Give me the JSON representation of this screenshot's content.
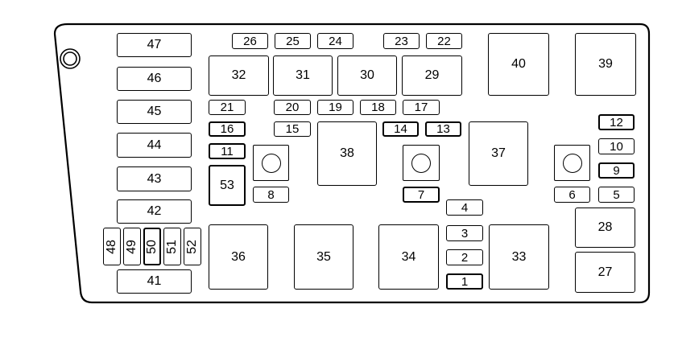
{
  "title": "Fuse block diagram",
  "labels": {
    "f1": "1",
    "f2": "2",
    "f3": "3",
    "f4": "4",
    "f5": "5",
    "f6": "6",
    "f7": "7",
    "f8": "8",
    "f9": "9",
    "f10": "10",
    "f11": "11",
    "f12": "12",
    "f13": "13",
    "f14": "14",
    "f15": "15",
    "f16": "16",
    "f17": "17",
    "f18": "18",
    "f19": "19",
    "f20": "20",
    "f21": "21",
    "f22": "22",
    "f23": "23",
    "f24": "24",
    "f25": "25",
    "f26": "26",
    "f27": "27",
    "f28": "28",
    "f29": "29",
    "f30": "30",
    "f31": "31",
    "f32": "32",
    "f33": "33",
    "f34": "34",
    "f35": "35",
    "f36": "36",
    "f37": "37",
    "f38": "38",
    "f39": "39",
    "f40": "40",
    "f41": "41",
    "f42": "42",
    "f43": "43",
    "f44": "44",
    "f45": "45",
    "f46": "46",
    "f47": "47",
    "f48": "48",
    "f49": "49",
    "f50": "50",
    "f51": "51",
    "f52": "52",
    "f53": "53"
  }
}
